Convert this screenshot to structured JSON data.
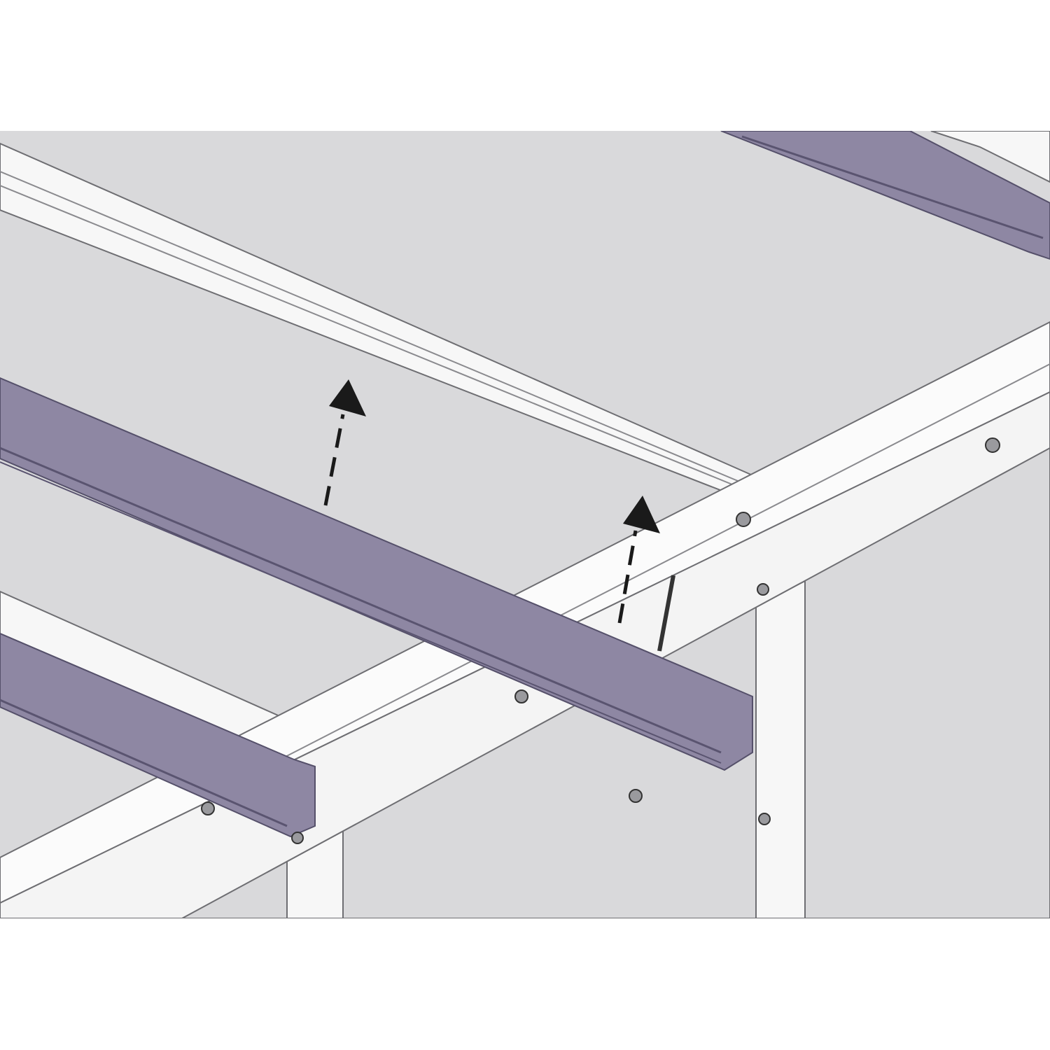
{
  "colors": {
    "background": "#ffffff",
    "panel": "#d9d9db",
    "frame": "#f7f7f7",
    "outline": "#6e6e72",
    "purple_bar": "#8e87a3",
    "purple_bar_dark": "#6f6885",
    "arrow": "#1a1a1a"
  },
  "diagram": {
    "arrows": [
      {
        "name": "lift-arrow-left",
        "direction": "up"
      },
      {
        "name": "lift-arrow-right",
        "direction": "up"
      }
    ],
    "parts": [
      "roof-panel",
      "roof-rail",
      "front-beam",
      "purple-bar-main",
      "purple-bar-lower",
      "purple-bar-top-right",
      "wall-panels",
      "posts",
      "bolts",
      "screw"
    ]
  }
}
